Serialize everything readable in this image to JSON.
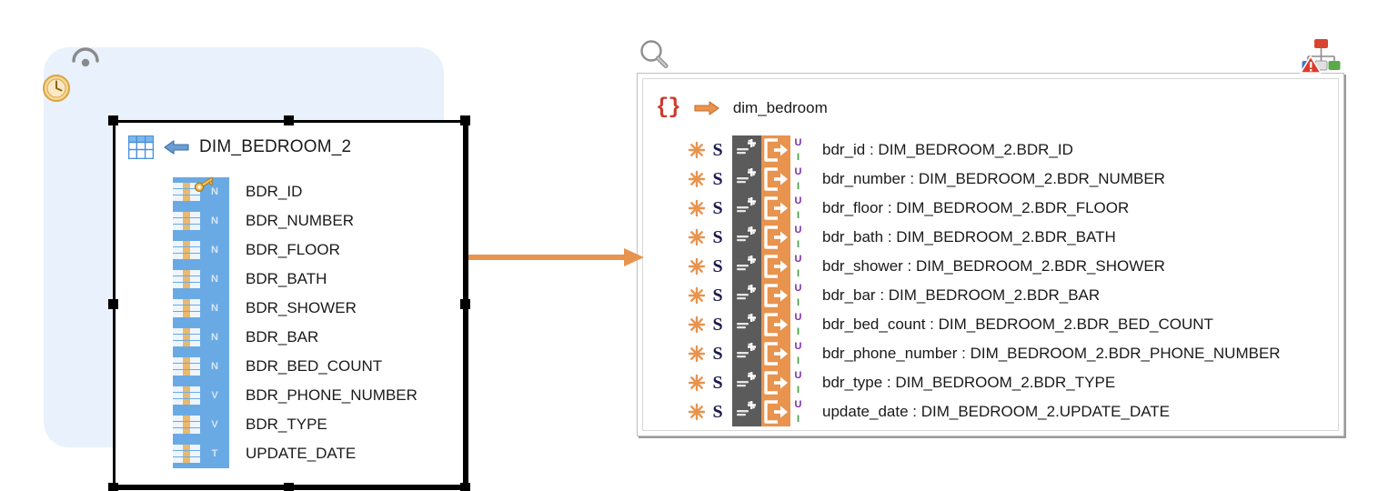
{
  "source": {
    "signal_icon": "signal-arc-icon",
    "clock_icon": "clock-badge-icon",
    "table_icon": "grid-table-icon",
    "direction_icon": "left-arrow-icon",
    "table_name": "DIM_BEDROOM_2",
    "columns": [
      {
        "name": "BDR_ID",
        "type_letter": "N",
        "primary_key": true
      },
      {
        "name": "BDR_NUMBER",
        "type_letter": "N",
        "primary_key": false
      },
      {
        "name": "BDR_FLOOR",
        "type_letter": "N",
        "primary_key": false
      },
      {
        "name": "BDR_BATH",
        "type_letter": "N",
        "primary_key": false
      },
      {
        "name": "BDR_SHOWER",
        "type_letter": "N",
        "primary_key": false
      },
      {
        "name": "BDR_BAR",
        "type_letter": "N",
        "primary_key": false
      },
      {
        "name": "BDR_BED_COUNT",
        "type_letter": "N",
        "primary_key": false
      },
      {
        "name": "BDR_PHONE_NUMBER",
        "type_letter": "V",
        "primary_key": false
      },
      {
        "name": "BDR_TYPE",
        "type_letter": "V",
        "primary_key": false
      },
      {
        "name": "UPDATE_DATE",
        "type_letter": "T",
        "primary_key": false
      }
    ]
  },
  "connector": {
    "icon": "right-arrow-connector",
    "color": "#e8934e"
  },
  "target": {
    "search_icon": "magnifier-icon",
    "tree_icon": "hierarchy-warning-icon",
    "braces": "{}",
    "direction_icon": "right-arrow-icon",
    "schema_name": "dim_bedroom",
    "mappings": [
      {
        "label": "bdr_id : DIM_BEDROOM_2.BDR_ID",
        "u": "U",
        "i": "I"
      },
      {
        "label": "bdr_number : DIM_BEDROOM_2.BDR_NUMBER",
        "u": "U",
        "i": "I"
      },
      {
        "label": "bdr_floor : DIM_BEDROOM_2.BDR_FLOOR",
        "u": "U",
        "i": "I"
      },
      {
        "label": "bdr_bath : DIM_BEDROOM_2.BDR_BATH",
        "u": "U",
        "i": "I"
      },
      {
        "label": "bdr_shower : DIM_BEDROOM_2.BDR_SHOWER",
        "u": "U",
        "i": "I"
      },
      {
        "label": "bdr_bar : DIM_BEDROOM_2.BDR_BAR",
        "u": "U",
        "i": "I"
      },
      {
        "label": "bdr_bed_count : DIM_BEDROOM_2.BDR_BED_COUNT",
        "u": "U",
        "i": "I"
      },
      {
        "label": "bdr_phone_number : DIM_BEDROOM_2.BDR_PHONE_NUMBER",
        "u": "U",
        "i": "I"
      },
      {
        "label": "bdr_type : DIM_BEDROOM_2.BDR_TYPE",
        "u": "U",
        "i": "I"
      },
      {
        "label": "update_date : DIM_BEDROOM_2.UPDATE_DATE",
        "u": "U",
        "i": "I"
      }
    ]
  },
  "colors": {
    "accent_orange": "#e8934e",
    "source_blue": "#6aaae4",
    "panel_blue": "#e9f1fc",
    "braces_red": "#cc3b2e",
    "s_navy": "#1d1a4e",
    "u_purple": "#7b2fa8",
    "i_green": "#3f9e3f"
  }
}
